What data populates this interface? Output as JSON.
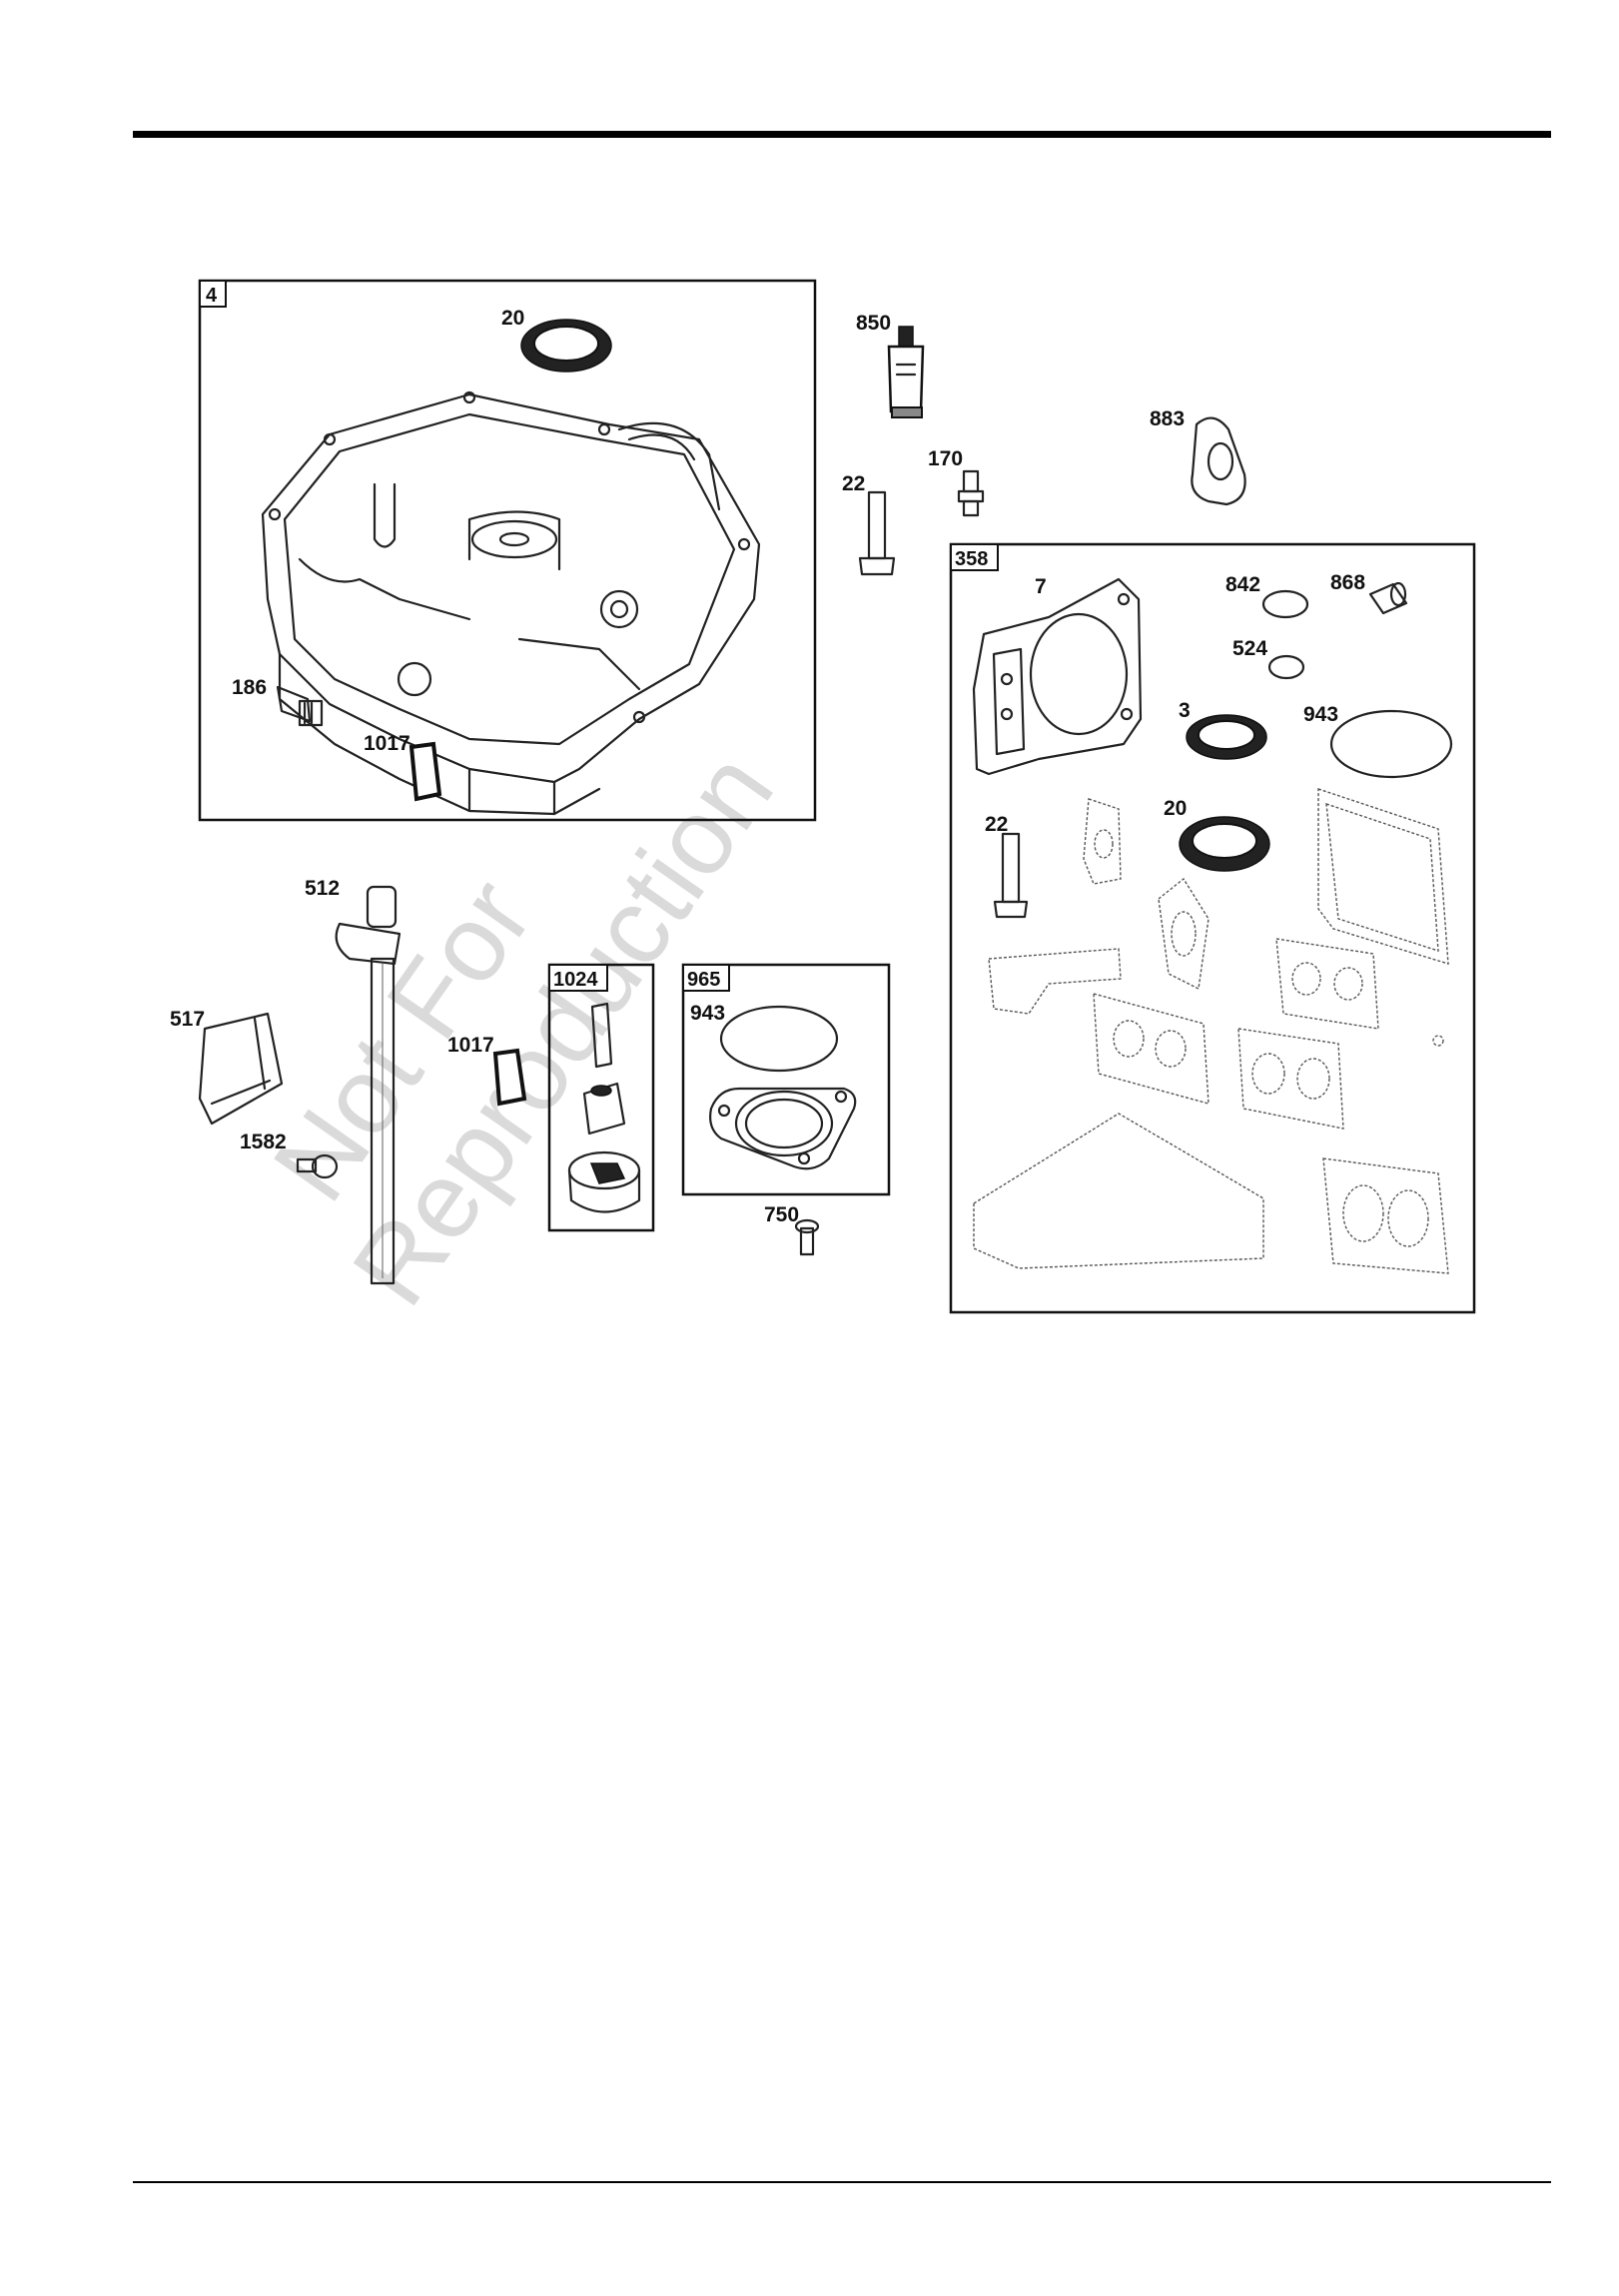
{
  "watermark": {
    "line1": "Not For",
    "line2": "Reproduction"
  },
  "box_tags": {
    "sump": "4",
    "gasket_set": "358",
    "oil_pump": "1024",
    "cover_kit": "965"
  },
  "callouts": {
    "sump_seal": "20",
    "elbow": "186",
    "sump_gasket_a": "1017",
    "sealant": "850",
    "stud": "170",
    "bolt_top": "22",
    "intake_gasket": "883",
    "head_gasket": "7",
    "oring_842": "842",
    "oring_868": "868",
    "oring_524": "524",
    "seal_3": "3",
    "oring_943_set": "943",
    "bolt_set": "22",
    "seal_20_set": "20",
    "dipstick": "512",
    "clip": "517",
    "screw": "1582",
    "sump_gasket_b": "1017",
    "oring_943_kit": "943",
    "screw_750": "750"
  }
}
